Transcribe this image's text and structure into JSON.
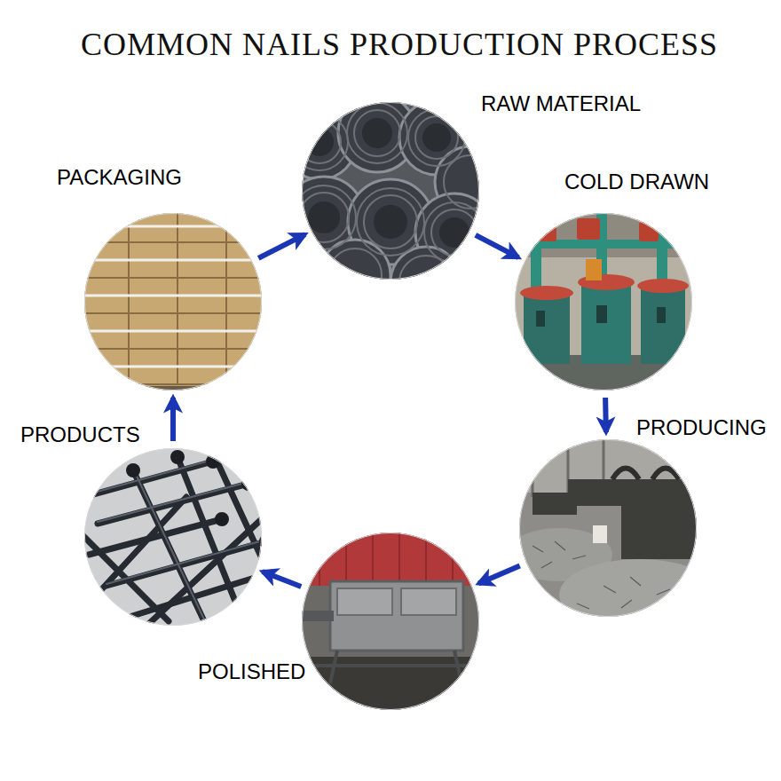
{
  "diagram": {
    "title": "COMMON NAILS PRODUCTION PROCESS",
    "nodes": [
      {
        "text": [
          "RAW MATERIAL"
        ]
      },
      {
        "text": [
          "COLD DRAWN"
        ]
      },
      {
        "text": [
          "PRODUCING"
        ]
      },
      {
        "text": [
          "POLISHED"
        ]
      },
      {
        "text": [
          "PRODUCTS"
        ]
      },
      {
        "text": [
          "PACKAGING"
        ]
      }
    ],
    "edges": [
      {
        "from": 0,
        "to": 1,
        "arrow": "to"
      },
      {
        "from": 1,
        "to": 2,
        "arrow": "to"
      },
      {
        "from": 2,
        "to": 3,
        "arrow": "to"
      },
      {
        "from": 3,
        "to": 4,
        "arrow": "to"
      },
      {
        "from": 4,
        "to": 5,
        "arrow": "to"
      },
      {
        "from": 5,
        "to": 0,
        "arrow": "to"
      }
    ]
  }
}
